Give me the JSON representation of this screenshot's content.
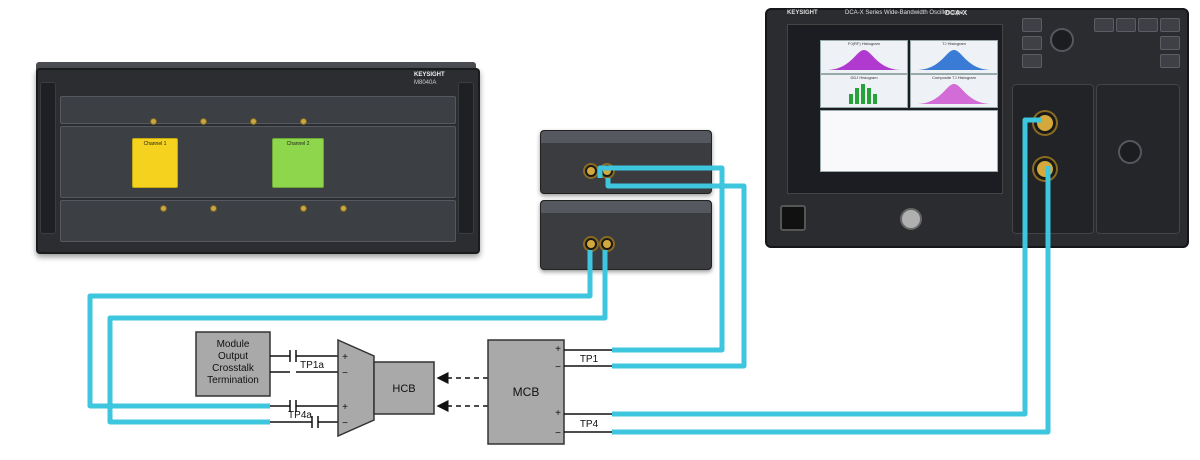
{
  "diagram": {
    "termination_box": [
      "Module",
      "Output",
      "Crosstalk",
      "Termination"
    ],
    "hcb_label": "HCB",
    "mcb_label": "MCB",
    "tp1_label": "TP1",
    "tp4_label": "TP4",
    "tp1a_label": "TP1a",
    "tp4a_label": "TP4a",
    "plus_sign": "+",
    "minus_sign": "−"
  },
  "equipment": {
    "chassis": {
      "brand": "KEYSIGHT",
      "model": "M8040A",
      "channel1_label": "Channel 1",
      "channel2_label": "Channel 2"
    },
    "scope": {
      "brand": "KEYSIGHT",
      "title": "DCA-X Series Wide-Bandwidth Oscilloscope",
      "model": "DCA-X",
      "screen_panels": [
        "PJ(RF) Histogram",
        "TJ Histogram",
        "DDJ Histogram",
        "Composite TJ Histogram"
      ]
    }
  },
  "colors": {
    "cable": "#3ec6df",
    "box_fill": "#a9a9a9",
    "box_stroke": "#333333"
  }
}
